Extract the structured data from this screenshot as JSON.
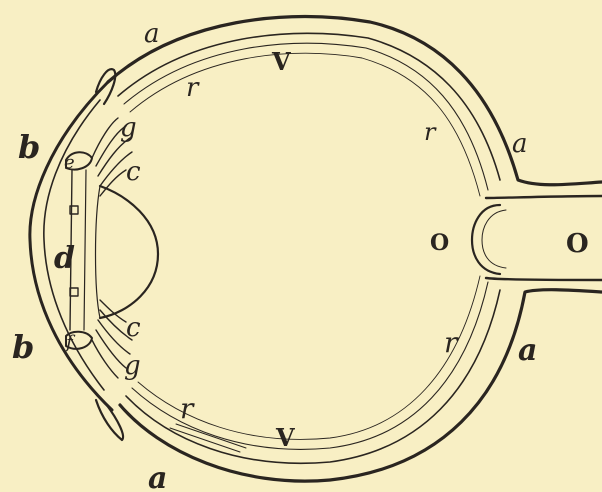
{
  "labels": {
    "a_top": "a",
    "a_right": "a",
    "a_lower_right": "a",
    "a_bottom": "a",
    "b_top": "b",
    "b_bottom": "b",
    "c_top": "c",
    "c_bottom": "c",
    "d": "d",
    "e": "e",
    "f": "f",
    "g_top": "g",
    "g_bottom": "g",
    "r_top_left": "r",
    "r_top_right": "r",
    "r_lower_right": "r",
    "r_bottom": "r",
    "V_top": "V",
    "V_bottom": "V",
    "o_disc": "O",
    "o_nerve": "O"
  },
  "colors": {
    "paper": "#f8efc4",
    "ink": "#2a2520"
  }
}
